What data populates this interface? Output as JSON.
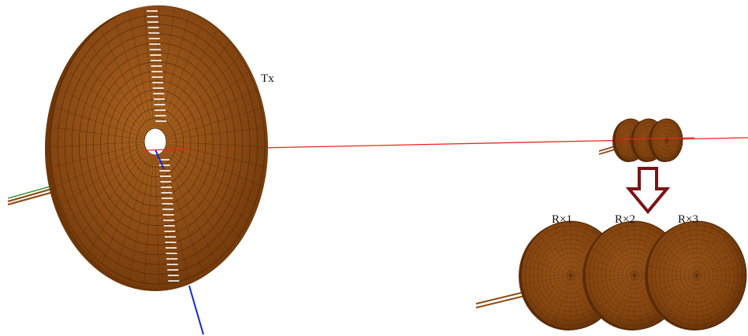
{
  "labels": {
    "tx": "Tx",
    "rx1": "R×1",
    "rx2": "R×2",
    "rx3": "R×3"
  },
  "colors": {
    "coil": "#8b4a14",
    "coil_dark": "#5a2c08",
    "coil_light": "#a8621f",
    "winding_line": "#3d1d05",
    "axis_x": "#e8281e",
    "axis_y": "#1428d8",
    "axis_z": "#1e8a1e",
    "arrow": "#7a1416",
    "background": "#ffffff"
  },
  "icons": {
    "arrow": "down-arrow-icon"
  }
}
